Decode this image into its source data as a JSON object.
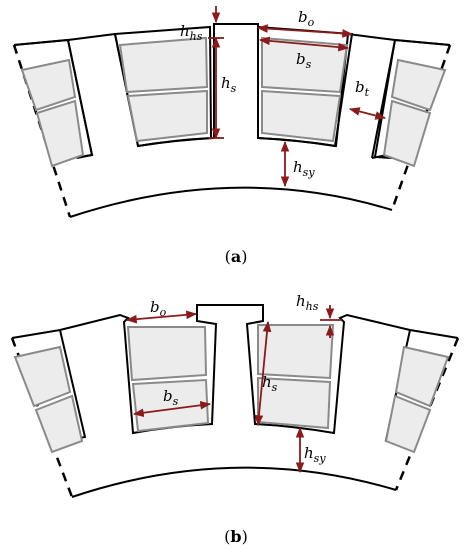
{
  "panel_a": {
    "caption_open": "(",
    "caption_letter": "a",
    "caption_close": ")",
    "labels": {
      "h_hs": {
        "main": "h",
        "sub": "hs"
      },
      "b_o": {
        "main": "b",
        "sub": "o"
      },
      "b_s": {
        "main": "b",
        "sub": "s"
      },
      "h_s": {
        "main": "h",
        "sub": "s"
      },
      "b_t": {
        "main": "b",
        "sub": "t"
      },
      "h_sy": {
        "main": "h",
        "sub": "sy"
      }
    }
  },
  "panel_b": {
    "caption_open": "(",
    "caption_letter": "b",
    "caption_close": ")",
    "labels": {
      "b_o": {
        "main": "b",
        "sub": "o"
      },
      "h_hs": {
        "main": "h",
        "sub": "hs"
      },
      "b_s": {
        "main": "b",
        "sub": "s"
      },
      "h_s": {
        "main": "h",
        "sub": "s"
      },
      "h_sy": {
        "main": "h",
        "sub": "sy"
      }
    }
  },
  "colors": {
    "outline": "#000000",
    "coil_fill": "#ececec",
    "coil_stroke": "#8a8a8a",
    "dimension": "#8b1a1a"
  }
}
